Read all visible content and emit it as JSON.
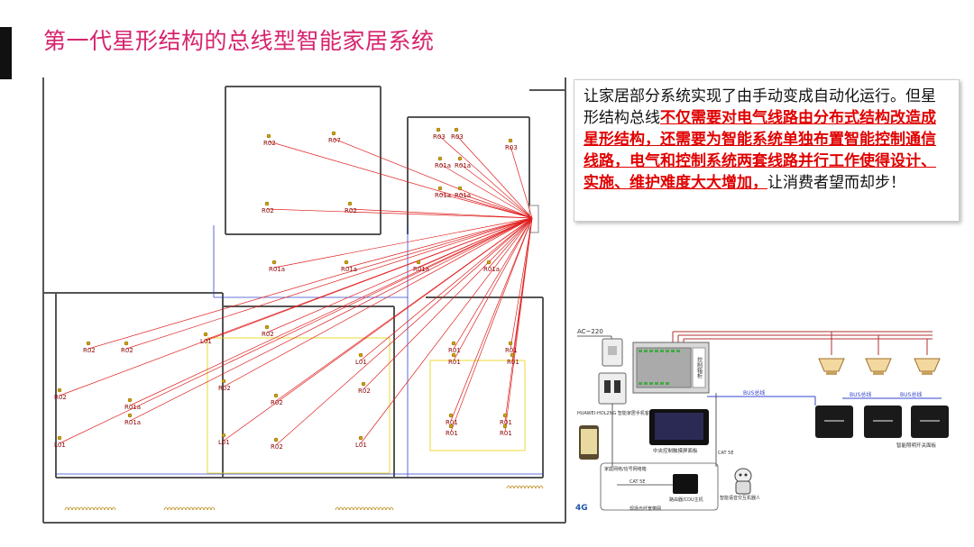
{
  "slide": {
    "title": "第一代星形结构的总线型智能家居系统"
  },
  "description": {
    "part1": "让家居部分系统实现了由手动变成自动化运行。但星形结构总线",
    "highlight": "不仅需要对电气线路由分布式结构改造成星形结构，还需要为智能系统单独布置智能控制通信线路，电气和控制系统两套线路并行工作使得设计、实施、维护难度大大增加，",
    "part2": "让消费者望而却步！"
  },
  "floorplan": {
    "labels": [
      "R02",
      "R07",
      "R03",
      "R03",
      "R03",
      "R01a",
      "R01a",
      "R01a",
      "R01a",
      "R02",
      "R02",
      "R01a",
      "R01a",
      "R01a",
      "R01a",
      "R02",
      "R02",
      "L01",
      "R02",
      "L01",
      "R01",
      "R01",
      "R01",
      "R01",
      "R02",
      "R02",
      "R02",
      "R01a",
      "R01a",
      "R02",
      "R02",
      "R01",
      "R01",
      "R01",
      "R01",
      "L01",
      "L01",
      "L01"
    ],
    "colors": {
      "wire": "#e02020",
      "wall": "#555555",
      "blue": "#3344cc",
      "yellow": "#e6d200",
      "gold": "#b8860b"
    }
  },
  "wiring": {
    "ac_label": "AC~220",
    "cabinet_label": "控制箱柜",
    "phone_label": "HUAWEI-HOL2NG 智能家居手机客户端",
    "panel_label": "中央控制触摸屏面板",
    "bus_labels": [
      "BUS总线",
      "BUS总线",
      "BUS总线"
    ],
    "switch_label": "智能照明开关面板",
    "cat5e_1": "CAT 5E",
    "cat5e_2": "CAT 5E",
    "network_label": "家庭网络/信号网络箱",
    "router_label": "路由器/CDU主机",
    "voice_label": "智能语音交互机器人",
    "carrier_label": "现场光纤宽带网",
    "fourg_label": "4G"
  }
}
